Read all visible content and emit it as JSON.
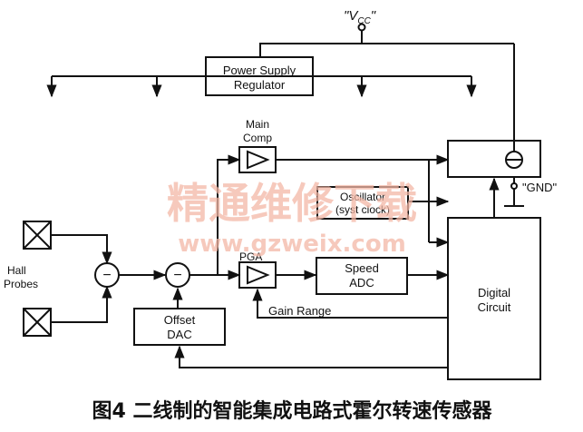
{
  "diagram": {
    "vcc_label": "\"V",
    "vcc_sub": "CC",
    "vcc_suffix": "\"",
    "gnd_label": "\"GND\"",
    "power_supply_line1": "Power Supply",
    "power_supply_line2": "Regulator",
    "main_comp_line1": "Main",
    "main_comp_line2": "Comp",
    "oscillator_line1": "Oscillator",
    "oscillator_line2": "(syst clock)",
    "hall_line1": "Hall",
    "hall_line2": "Probes",
    "pga_label": "PGA",
    "speed_adc_line1": "Speed",
    "speed_adc_line2": "ADC",
    "digital_line1": "Digital",
    "digital_line2": "Circuit",
    "gain_range": "Gain Range",
    "offset_dac_line1": "Offset",
    "offset_dac_line2": "DAC",
    "subtract_symbol": "−"
  },
  "watermark": {
    "text_cn": "精通维修下载",
    "text_url": "www.gzweix.com",
    "color": "#f3b7a6"
  },
  "caption": "图4 二线制的智能集成电路式霍尔转速传感器",
  "colors": {
    "line": "#111111",
    "background": "#ffffff"
  }
}
